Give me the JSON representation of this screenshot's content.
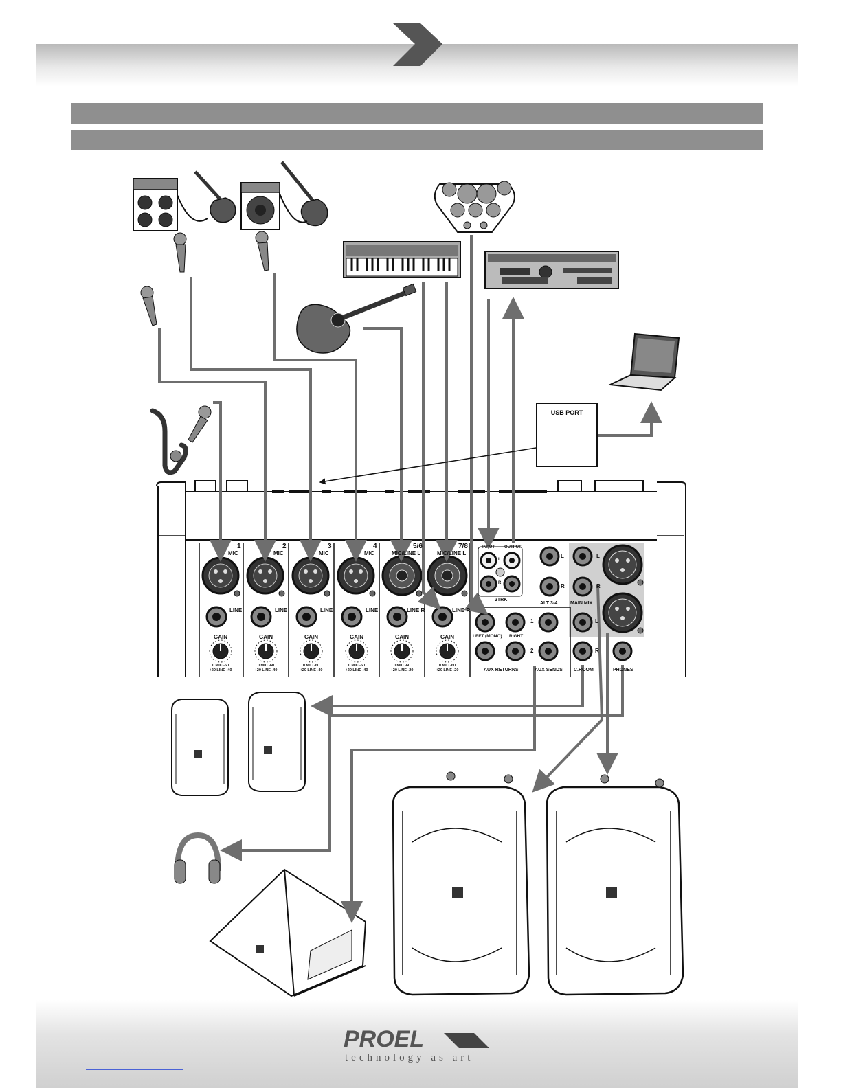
{
  "mixer": {
    "channels": [
      {
        "num": "1",
        "kind": "MIC",
        "line": "LINE",
        "gain": "GAIN",
        "range1": "0 MIC -60",
        "range2": "+20 LINE -40"
      },
      {
        "num": "2",
        "kind": "MIC",
        "line": "LINE",
        "gain": "GAIN",
        "range1": "0 MIC -60",
        "range2": "+20 LINE -40"
      },
      {
        "num": "3",
        "kind": "MIC",
        "line": "LINE",
        "gain": "GAIN",
        "range1": "0 MIC -60",
        "range2": "+20 LINE -40"
      },
      {
        "num": "4",
        "kind": "MIC",
        "line": "LINE",
        "gain": "GAIN",
        "range1": "0 MIC -60",
        "range2": "+20 LINE -40"
      },
      {
        "num": "5/6",
        "kind": "MIC/LINE L",
        "line": "LINE R",
        "gain": "GAIN",
        "range1": "0 MIC -60",
        "range2": "+20 LINE -20"
      },
      {
        "num": "7/8",
        "kind": "MIC/LINE L",
        "line": "LINE R",
        "gain": "GAIN",
        "range1": "0 MIC -60",
        "range2": "+20 LINE -20"
      }
    ],
    "trk": {
      "input": "INPUT",
      "output": "OUTPUT",
      "l": "L",
      "r": "R",
      "name": "2TRK"
    },
    "alt": {
      "l": "L",
      "r": "R",
      "name": "ALT 3-4"
    },
    "main": {
      "l": "L",
      "r": "R",
      "name": "MAIN MIX"
    },
    "aux_returns": {
      "left": "LEFT (MONO)",
      "right": "RIGHT",
      "name": "AUX RETURNS"
    },
    "aux_sends": {
      "one": "1",
      "two": "2",
      "name": "AUX SENDS"
    },
    "croom": {
      "l": "L",
      "r": "R",
      "name": "C.ROOM"
    },
    "phones": "PHONES"
  },
  "usb_port": {
    "title": "USB PORT"
  },
  "footer": {
    "brand": "PROEL",
    "tagline": "technology as art"
  },
  "colors": {
    "arrow": "#6e6e6e",
    "bar": "#8f8f8f",
    "outline": "#111111"
  }
}
